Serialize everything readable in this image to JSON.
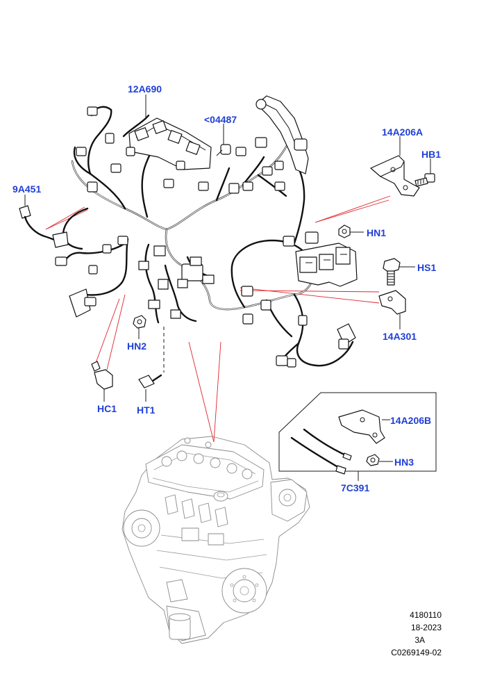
{
  "colors": {
    "callout": "#1f3fd6",
    "leader_red": "#e0242b",
    "line": "#111111",
    "engine_outline": "#8a8a8a"
  },
  "callouts": {
    "c12A690": "12A690",
    "c04487": "<04487",
    "c14A206A": "14A206A",
    "cHB1": "HB1",
    "c9A451": "9A451",
    "cHN1": "HN1",
    "cHS1": "HS1",
    "c14A301": "14A301",
    "cHN2": "HN2",
    "cHC1": "HC1",
    "cHT1": "HT1",
    "c14A206B": "14A206B",
    "cHN3": "HN3",
    "c7C391": "7C391"
  },
  "footer": {
    "line1": "4180110",
    "line2": "18-2023",
    "line3": "3A",
    "line4": "C0269149-02"
  }
}
